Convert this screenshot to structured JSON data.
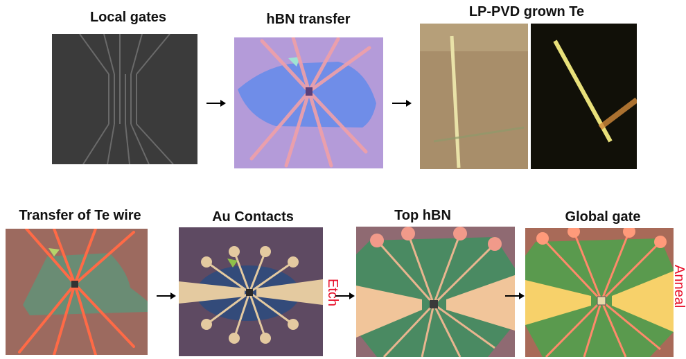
{
  "titles": {
    "local_gates": "Local gates",
    "hbn_transfer": "hBN transfer",
    "lp_pvd": "LP-PVD grown Te",
    "transfer_te": "Transfer of Te wire",
    "au_contacts": "Au Contacts",
    "top_hbn": "Top hBN",
    "global_gate": "Global gate"
  },
  "step_notes": {
    "etch": "Etch",
    "anneal": "Anneal"
  },
  "colors": {
    "accent_red": "#e8102a",
    "arrow": "#000000"
  }
}
